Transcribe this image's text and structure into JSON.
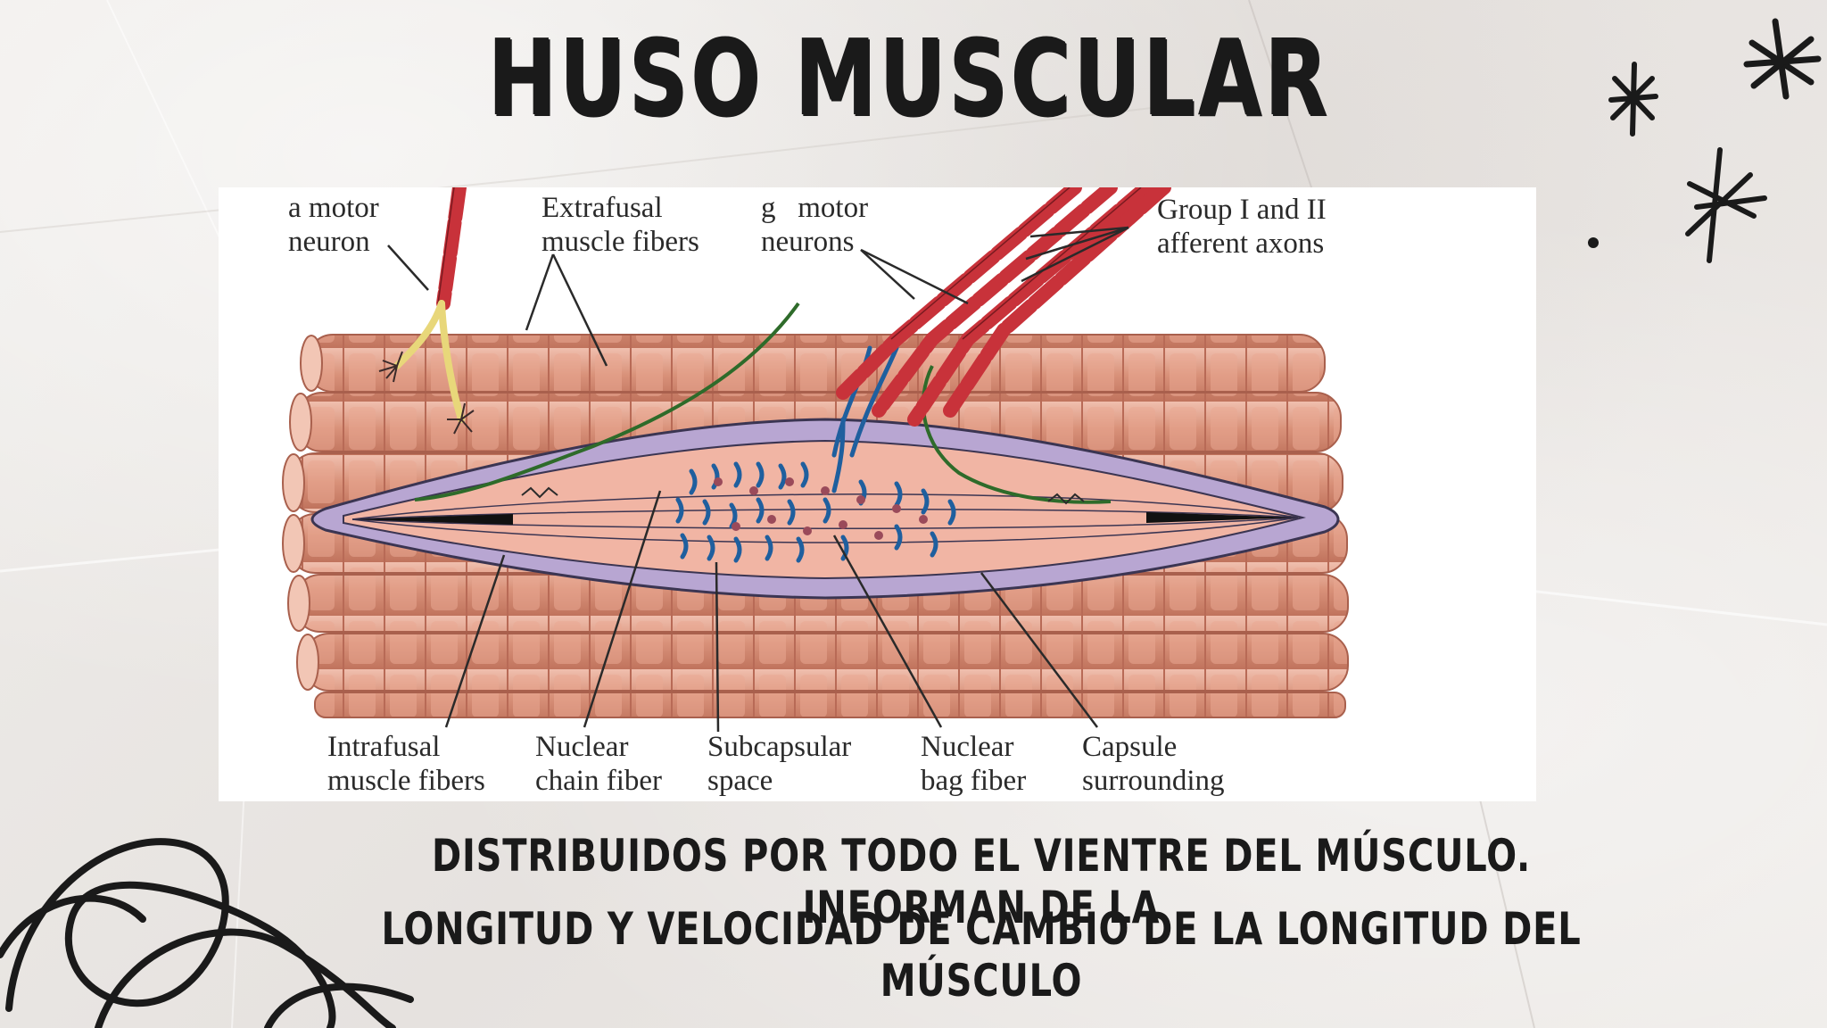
{
  "slide": {
    "title": "HUSO MUSCULAR",
    "caption_line1": "DISTRIBUIDOS POR TODO EL VIENTRE DEL MÚSCULO. INFORMAN DE LA",
    "caption_line2": "LONGITUD Y VELOCIDAD DE CAMBIO DE LA LONGITUD DEL MÚSCULO"
  },
  "diagram": {
    "labels": {
      "alpha_motor_1": "a motor",
      "alpha_motor_2": "neuron",
      "extrafusal_1": "Extrafusal",
      "extrafusal_2": "muscle fibers",
      "gamma_motor_1": "g   motor",
      "gamma_motor_2": "neurons",
      "afferent_1": "Group I and II",
      "afferent_2": "afferent axons",
      "intrafusal_1": "Intrafusal",
      "intrafusal_2": "muscle fibers",
      "nuclear_chain_1": "Nuclear",
      "nuclear_chain_2": "chain fiber",
      "subcapsular_1": "Subcapsular",
      "subcapsular_2": "space",
      "nuclear_bag_1": "Nuclear",
      "nuclear_bag_2": "bag fiber",
      "capsule_1": "Capsule",
      "capsule_2": "surrounding"
    },
    "colors": {
      "muscle_fiber": "#d9927a",
      "capsule": "#b8a6d2",
      "nerve_red": "#c8323a",
      "afferent_blue": "#1f5f9e",
      "motor_green": "#2e6b2a"
    }
  }
}
